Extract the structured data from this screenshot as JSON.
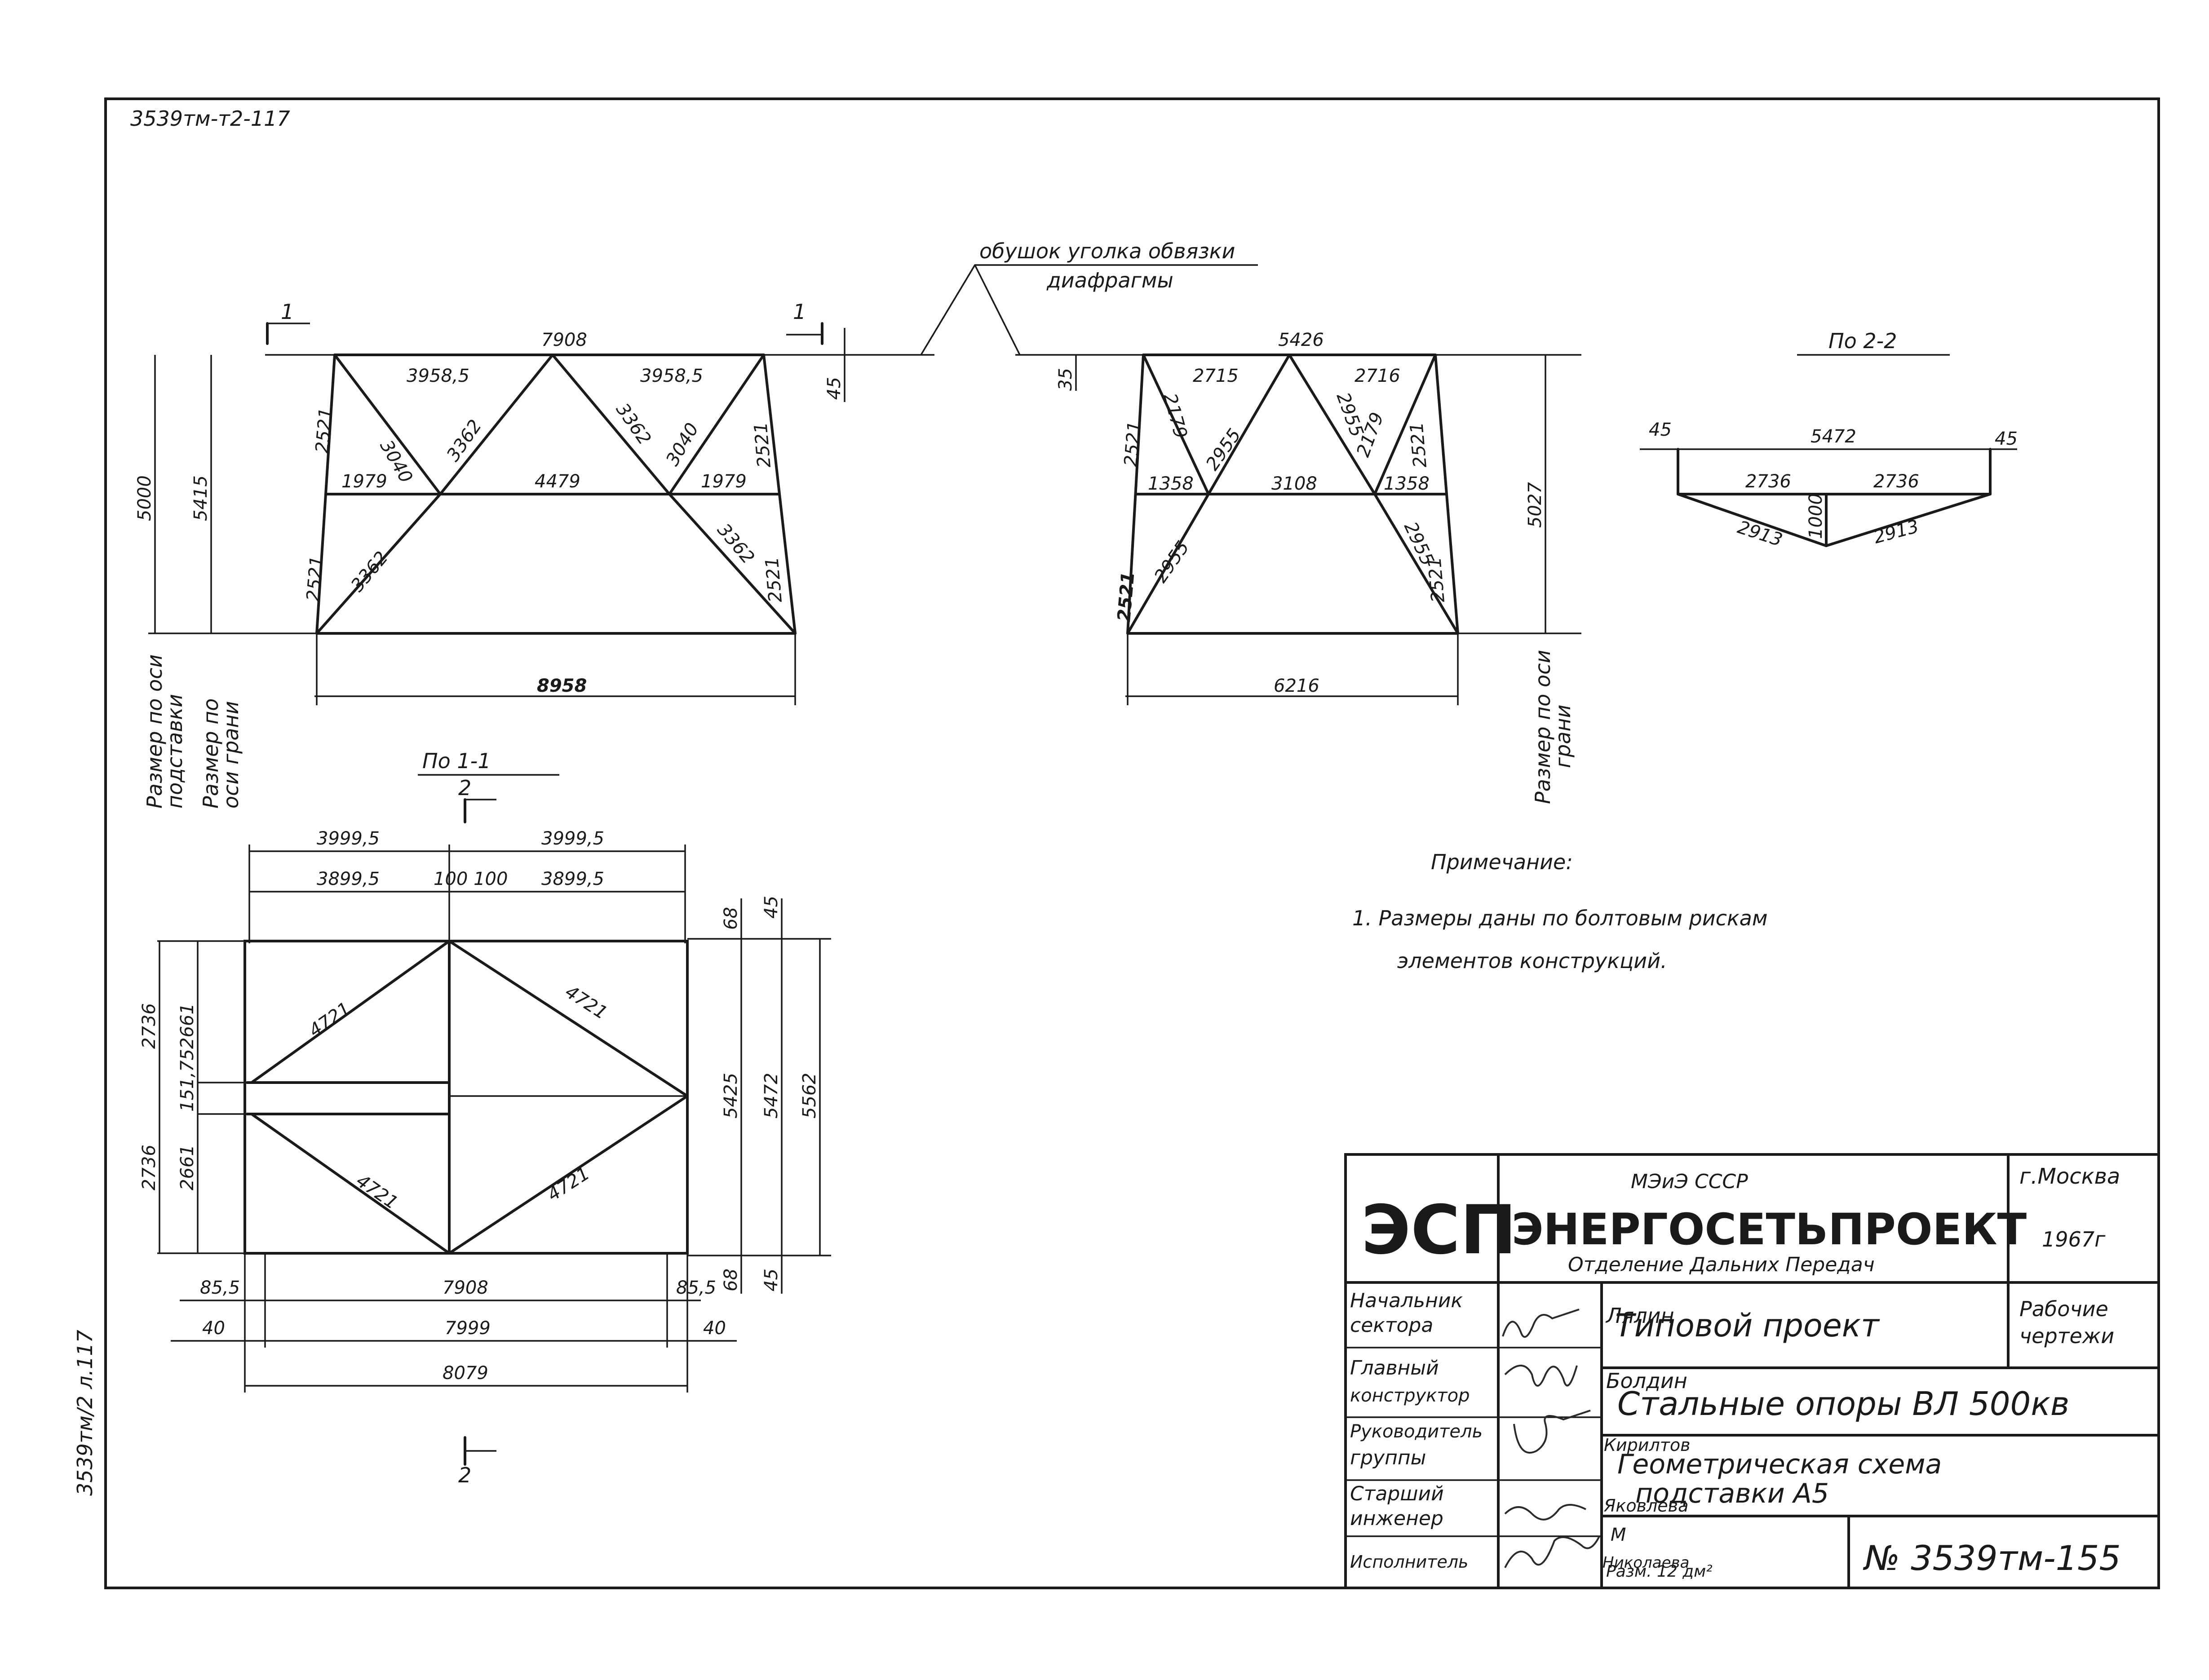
{
  "sheet": {
    "corner_code": "3539тм-т2-117",
    "side_code": "3539тм/2 л.117"
  },
  "callout": {
    "line1": "обушок уголка обвязки",
    "line2": "диафрагмы"
  },
  "section_labels": {
    "s1": "1",
    "s1b": "1",
    "view_22": "По 2-2",
    "view_11": "По 1-1",
    "s2_top": "2",
    "s2_bottom": "2"
  },
  "side_labels": {
    "left_axis": [
      "Размер по оси",
      "подставки"
    ],
    "left_face": [
      "Размер по",
      "оси грани"
    ],
    "right_face": [
      "Размер по оси",
      "грани"
    ]
  },
  "frame1": {
    "top": "7908",
    "top_l": "3958,5",
    "top_r": "3958,5",
    "d1": "3040",
    "d2": "3362",
    "d3": "3362",
    "d4": "3040",
    "side_ul": "2521",
    "side_ur": "2521",
    "side_ll": "2521",
    "side_lr": "2521",
    "mid_l": "1979",
    "mid_c": "4479",
    "mid_r": "1979",
    "low_l": "3362",
    "low_r": "3362",
    "bottom": "8958",
    "h1": "5000",
    "h2": "5415",
    "gap": "45"
  },
  "frame2": {
    "top": "5426",
    "top_l": "2715",
    "top_r": "2716",
    "d1": "2179",
    "d2": "2955",
    "d3": "2955",
    "d4": "2179",
    "side_ul": "2521",
    "side_ur": "2521",
    "side_ll": "2521",
    "side_lr": "2521",
    "mid_l": "1358",
    "mid_c": "3108",
    "mid_r": "1358",
    "low_l": "2955",
    "low_r": "2955",
    "bottom": "6216",
    "h": "5027",
    "gap": "35"
  },
  "section22": {
    "top": "5472",
    "l": "45",
    "r": "45",
    "half_l": "2736",
    "half_r": "2736",
    "diag_l": "2913",
    "diag_r": "2913",
    "depth": "1000"
  },
  "plan11": {
    "top1_l": "3999,5",
    "top1_r": "3999,5",
    "top2_l": "3899,5",
    "top2_c": "100 100",
    "top2_r": "3899,5",
    "diag_ul": "4721",
    "diag_ur": "4721",
    "diag_ll": "4721",
    "diag_lr": "4721",
    "left_a1": "2736",
    "left_a2": "2736",
    "left_b1": "2661",
    "left_b2": "151,75",
    "left_b3": "2661",
    "right_a": "5425",
    "right_b": "5472",
    "right_c": "5562",
    "right_t1": "68",
    "right_t2": "45",
    "right_b1": "68",
    "right_b2": "45",
    "bot1_l": "85,5",
    "bot1_c": "7908",
    "bot1_r": "85,5",
    "bot2_l": "40",
    "bot2_c": "7999",
    "bot2_r": "40",
    "bot3": "8079"
  },
  "note": {
    "title": "Примечание:",
    "line1": "1. Размеры даны по болтовым рискам",
    "line2": "элементов конструкций."
  },
  "title_block": {
    "logo": "ЭСП",
    "ministry": "МЭиЭ СССР",
    "org": "ЭНЕРГОСЕТЬПРОЕКТ",
    "dept": "Отделение Дальних Передач",
    "city": "г.Москва",
    "year": "1967г",
    "roles": [
      {
        "role": [
          "Начальник",
          "сектора"
        ],
        "name": "Лялин"
      },
      {
        "role": [
          "Главный",
          "конструктор"
        ],
        "name": "Болдин"
      },
      {
        "role": [
          "Руководитель",
          "группы"
        ],
        "name": "Кирилтов"
      },
      {
        "role": [
          "Старший",
          "инженер"
        ],
        "name": "Яковлева"
      },
      {
        "role": [
          "Исполнитель"
        ],
        "name": "Николаева"
      }
    ],
    "project_type": "Типовой проект",
    "stage": [
      "Рабочие",
      "чертежи"
    ],
    "project_name": "Стальные опоры ВЛ 500кв",
    "drawing_name": [
      "Геометрическая схема",
      "подставки А5"
    ],
    "scale_label": "М",
    "size_label": "Разм. 12 дм²",
    "drawing_no": "№ 3539тм-155"
  }
}
